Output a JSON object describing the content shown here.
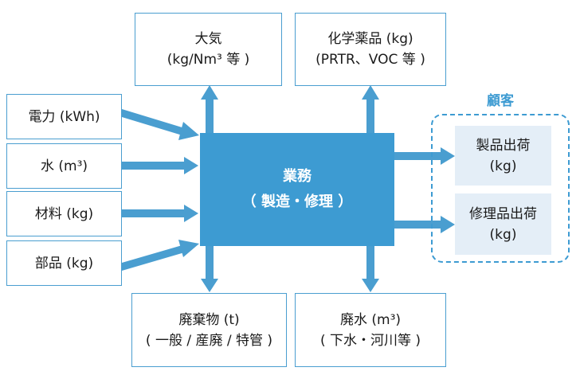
{
  "outputs_top": [
    {
      "line1": "大気",
      "line2": "(kg/Nm³ 等 )"
    },
    {
      "line1": "化学薬品 (kg)",
      "line2": "(PRTR、VOC 等 )"
    }
  ],
  "inputs": [
    {
      "label": "電力 (kWh)"
    },
    {
      "label": "水 (m³)"
    },
    {
      "label": "材料 (kg)"
    },
    {
      "label": "部品 (kg)"
    }
  ],
  "center": {
    "line1": "業務",
    "line2": "（ 製造・修理 ）"
  },
  "customer": {
    "title": "顧客",
    "items": [
      {
        "line1": "製品出荷",
        "line2": "(kg)"
      },
      {
        "line1": "修理品出荷",
        "line2": "(kg)"
      }
    ]
  },
  "outputs_bottom": [
    {
      "line1": "廃棄物 (t)",
      "line2": "( 一般 / 産廃 / 特管 )"
    },
    {
      "line1": "廃水 (m³)",
      "line2": "( 下水・河川等 )"
    }
  ],
  "colors": {
    "accent": "#3d9bd2",
    "border": "#4a9ed0",
    "customer_fill": "#e4eef7"
  }
}
